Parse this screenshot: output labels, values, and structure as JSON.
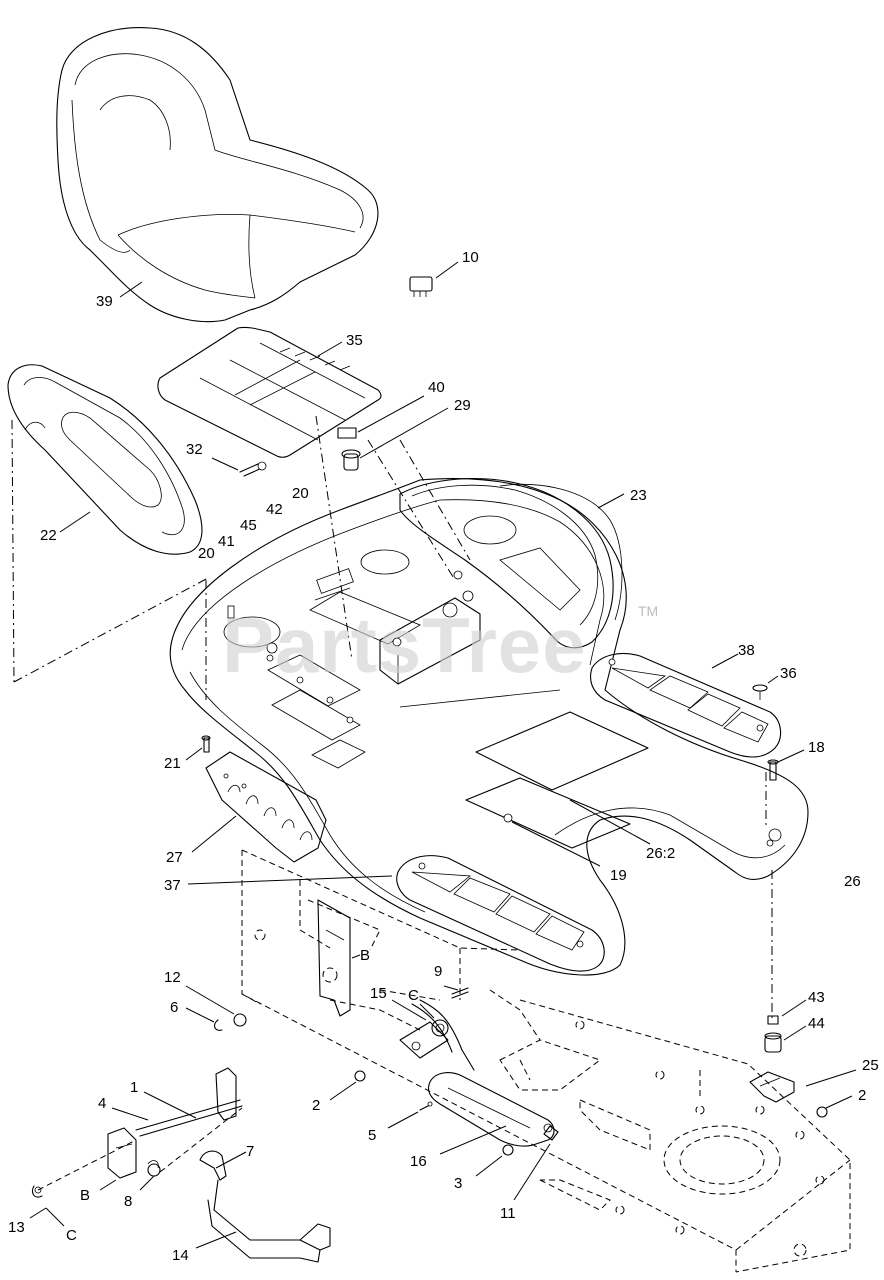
{
  "labels": {
    "p39": "39",
    "p10": "10",
    "p35": "35",
    "p40": "40",
    "p29": "29",
    "p32": "32",
    "p22": "22",
    "p23": "23",
    "p20a": "20",
    "p42": "42",
    "p45": "45",
    "p20b": "20",
    "p41": "41",
    "p38": "38",
    "p36": "36",
    "p18": "18",
    "p21": "21",
    "p27": "27",
    "p37": "37",
    "p19": "19",
    "p26_2": "26:2",
    "p26": "26",
    "pB1": "B",
    "p9": "9",
    "p15": "15",
    "pC1": "C",
    "p12": "12",
    "p6": "6",
    "p43": "43",
    "p44": "44",
    "p1": "1",
    "p25": "25",
    "p2a": "2",
    "p2b": "2",
    "p4": "4",
    "p5": "5",
    "p7": "7",
    "p16": "16",
    "p3": "3",
    "pB2": "B",
    "p8": "8",
    "p11": "11",
    "p13": "13",
    "pC2": "C",
    "p14": "14"
  },
  "watermark": {
    "text": "PartsTree",
    "tm": "TM"
  }
}
